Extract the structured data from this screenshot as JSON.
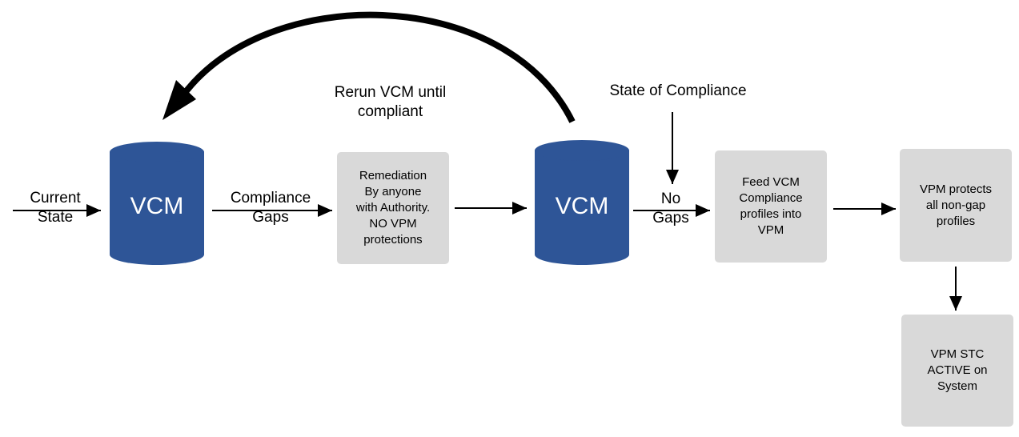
{
  "colors": {
    "cylinder": "#2e5597",
    "process_box": "#d9d9d9",
    "arrow": "#000000"
  },
  "labels": {
    "current_state": "Current\nState",
    "compliance_gaps": "Compliance\nGaps",
    "rerun": "Rerun VCM until\ncompliant",
    "state_of_compliance": "State of Compliance",
    "no_gaps": "No\nGaps"
  },
  "databases": [
    {
      "id": "vcm-1",
      "label": "VCM"
    },
    {
      "id": "vcm-2",
      "label": "VCM"
    }
  ],
  "boxes": {
    "remediation": "Remediation\nBy anyone\nwith Authority.\nNO VPM\nprotections",
    "feed": "Feed VCM\nCompliance\nprofiles into\nVPM",
    "protects": "VPM protects\nall non-gap\nprofiles",
    "stc": "VPM STC\nACTIVE on\nSystem"
  }
}
